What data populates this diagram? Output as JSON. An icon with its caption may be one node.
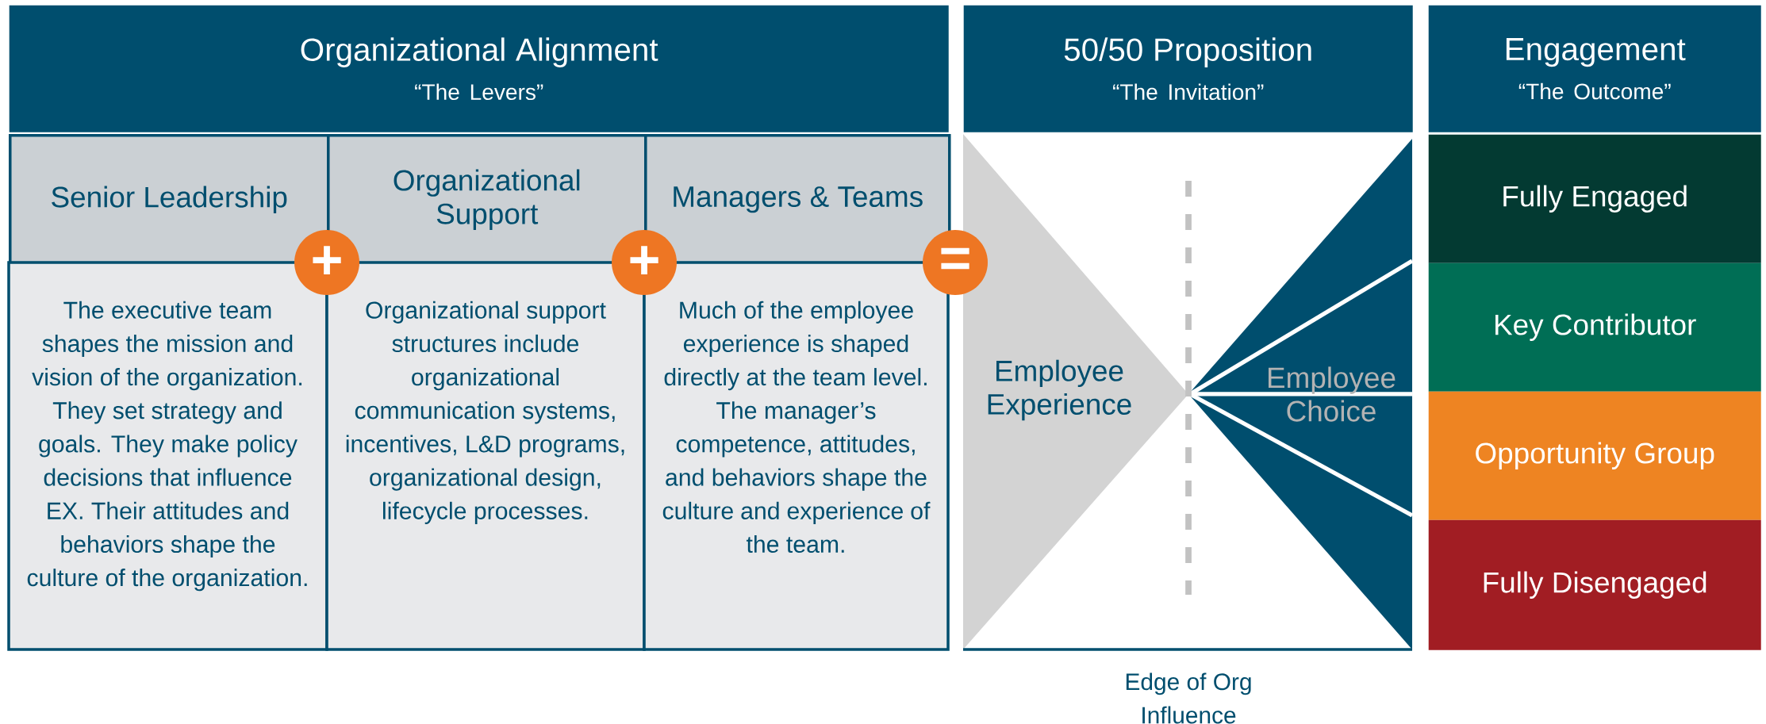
{
  "diagram": {
    "nodes": [
      {
        "text": [
          "Organizational Alignment",
          "“The Levers”"
        ]
      },
      {
        "text": [
          "50/50 Proposition",
          "“The Invitation”"
        ]
      },
      {
        "text": [
          "Engagement",
          "“The Outcome”"
        ]
      },
      {
        "text": [
          "Senior Leadership"
        ]
      },
      {
        "text": [
          "Organizational Support"
        ]
      },
      {
        "text": [
          "Managers & Teams"
        ]
      },
      {
        "text": [
          "The executive team shapes the mission and vision of the organization. They set strategy and goals. They make policy decisions that influence EX. Their attitudes and behaviors shape the culture of the organization."
        ]
      },
      {
        "text": [
          "Organizational support structures include organizational communication systems, incentives, L&D programs, organizational design, lifecycle processes."
        ]
      },
      {
        "text": [
          "Much of the employee experience is shaped directly at the team level. The manager’s competence, attitudes, and behaviors shape the culture and experience of the team."
        ]
      },
      {
        "text": [
          "+"
        ]
      },
      {
        "text": [
          "+"
        ]
      },
      {
        "text": [
          "="
        ]
      },
      {
        "text": [
          "Employee Experience"
        ]
      },
      {
        "text": [
          "Employee Choice"
        ]
      },
      {
        "text": [
          "Fully Engaged"
        ]
      },
      {
        "text": [
          "Key Contributor"
        ]
      },
      {
        "text": [
          "Opportunity Group"
        ]
      },
      {
        "text": [
          "Fully Disengaged"
        ]
      }
    ],
    "labels": [
      "Edge of Org Influence"
    ]
  }
}
